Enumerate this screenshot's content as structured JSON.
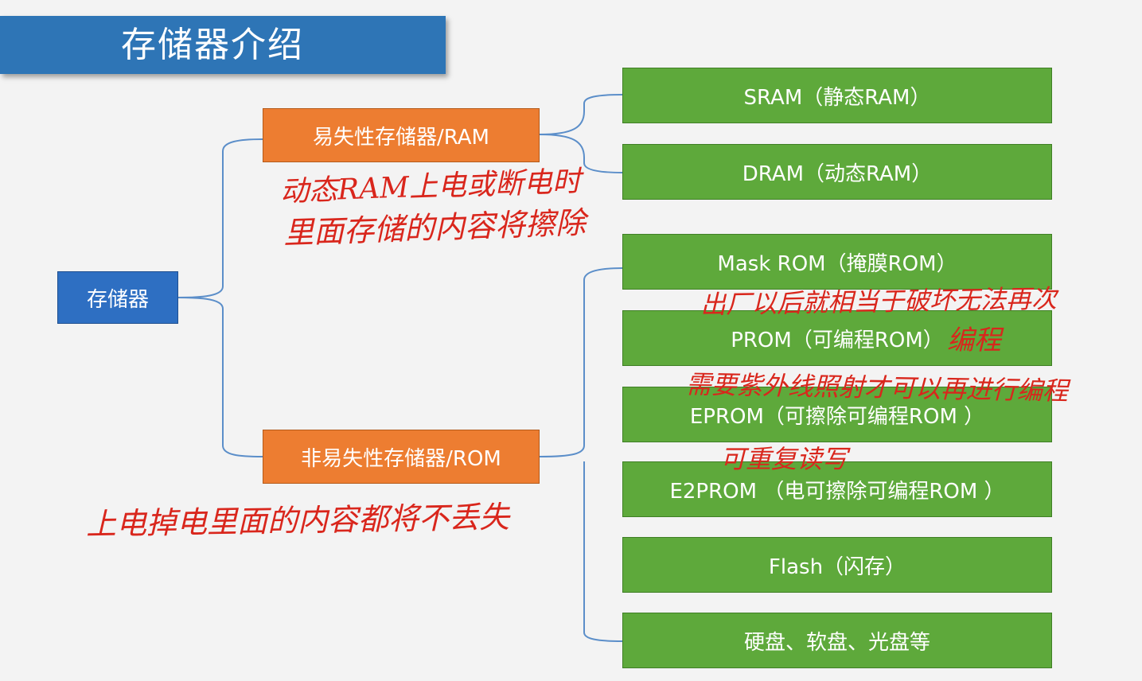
{
  "title": "存储器介绍",
  "root": "存储器",
  "volatile": {
    "label": "易失性存储器/RAM",
    "children": [
      "SRAM（静态RAM）",
      "DRAM（动态RAM）"
    ]
  },
  "nonvolatile": {
    "label": "非易失性存储器/ROM",
    "children": [
      "Mask ROM（掩膜ROM）",
      "PROM（可编程ROM）",
      "EPROM（可擦除可编程ROM ）",
      "E2PROM （电可擦除可编程ROM ）",
      "Flash（闪存）",
      "硬盘、软盘、光盘等"
    ]
  },
  "annotations": {
    "dram_line1": "动态RAM上电或断电时",
    "dram_line2": "里面存储的内容将擦除",
    "rom_note": "上电掉电里面的内容都将不丢失",
    "mask_note": "出厂以后就相当于破坏无法再次",
    "prom_note": "编程",
    "eprom_note": "需要紫外线照射才可以再进行编程",
    "e2prom_note": "可重复读写"
  },
  "colors": {
    "title_bg": "#2e75b6",
    "root_bg": "#2e6fc2",
    "mid_bg": "#ed7d31",
    "leaf_bg": "#5ea93b",
    "connector": "#5b8ec9",
    "ink": "#d9261c"
  }
}
